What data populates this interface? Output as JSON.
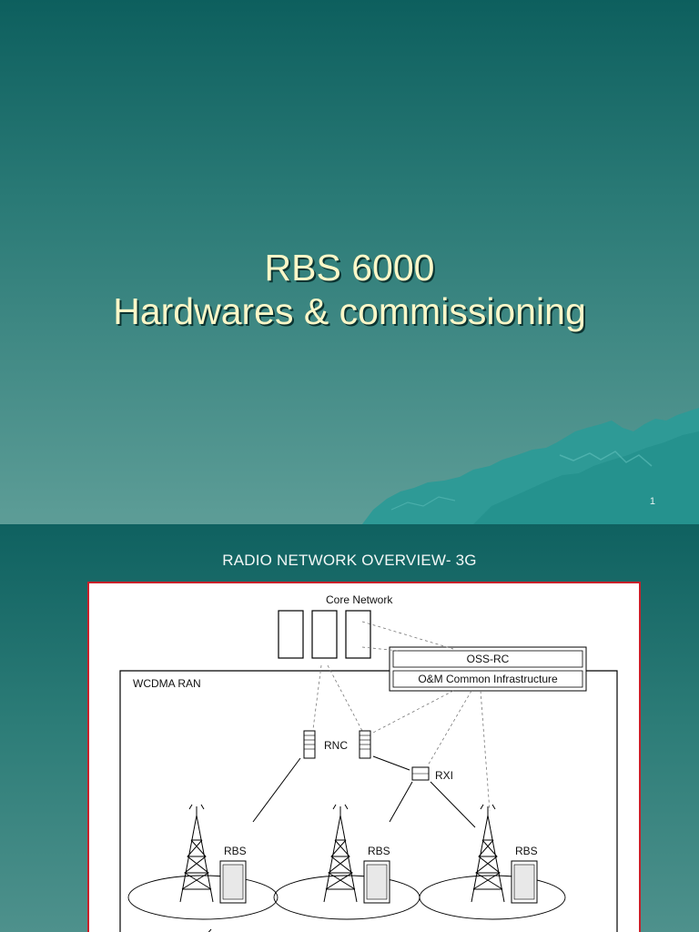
{
  "slide1": {
    "title_line1": "RBS 6000",
    "title_line2": "Hardwares & commissioning",
    "page_number": "1"
  },
  "slide2": {
    "title": "RADIO  NETWORK OVERVIEW- 3G",
    "diagram": {
      "core_network_label": "Core Network",
      "oss_rc_label": "OSS-RC",
      "om_label": "O&M Common Infrastructure",
      "wcdma_ran_label": "WCDMA RAN",
      "rnc_label": "RNC",
      "rxi_label": "RXI",
      "rbs_label_1": "RBS",
      "rbs_label_2": "RBS",
      "rbs_label_3": "RBS"
    }
  },
  "colors": {
    "background_top": "#0d5f5e",
    "background_bottom": "#5d9d97",
    "title_text": "#fbf7c8",
    "mountain": "#2e9a96",
    "frame_border": "#c8202a"
  }
}
